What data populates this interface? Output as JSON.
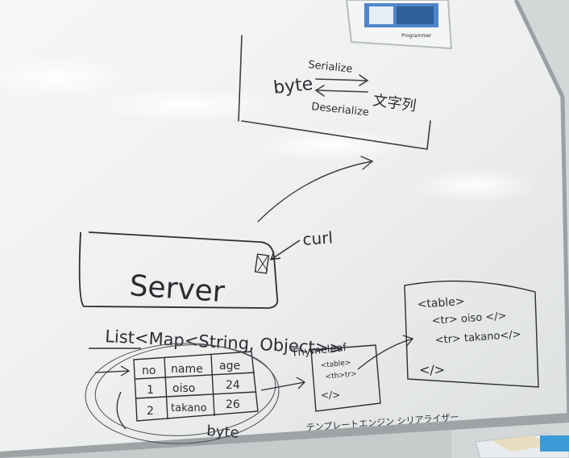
{
  "scene": {
    "poster": {
      "caption": "Programmer"
    },
    "serialization": {
      "byte": "byte",
      "serialize": "Serialize",
      "deserialize": "Deserialize",
      "string": "文字列"
    },
    "curl": "curl",
    "server": "Server",
    "list_type": "List<Map<String, Object>>",
    "table": {
      "headers": [
        "no",
        "name",
        "age"
      ],
      "rows": [
        [
          "1",
          "oiso",
          "24"
        ],
        [
          "2",
          "takano",
          "26"
        ]
      ],
      "caption": "byte"
    },
    "thymeleaf": {
      "label": "Thymeleaf",
      "lines": [
        "<table>",
        "<th>tr>",
        "</>"
      ]
    },
    "html_out": {
      "lines": [
        "<table>",
        "<tr> oiso </>",
        "<tr> takano</>",
        "</>"
      ]
    },
    "footer_note": "テンプレートエンジン シリアライザー"
  }
}
